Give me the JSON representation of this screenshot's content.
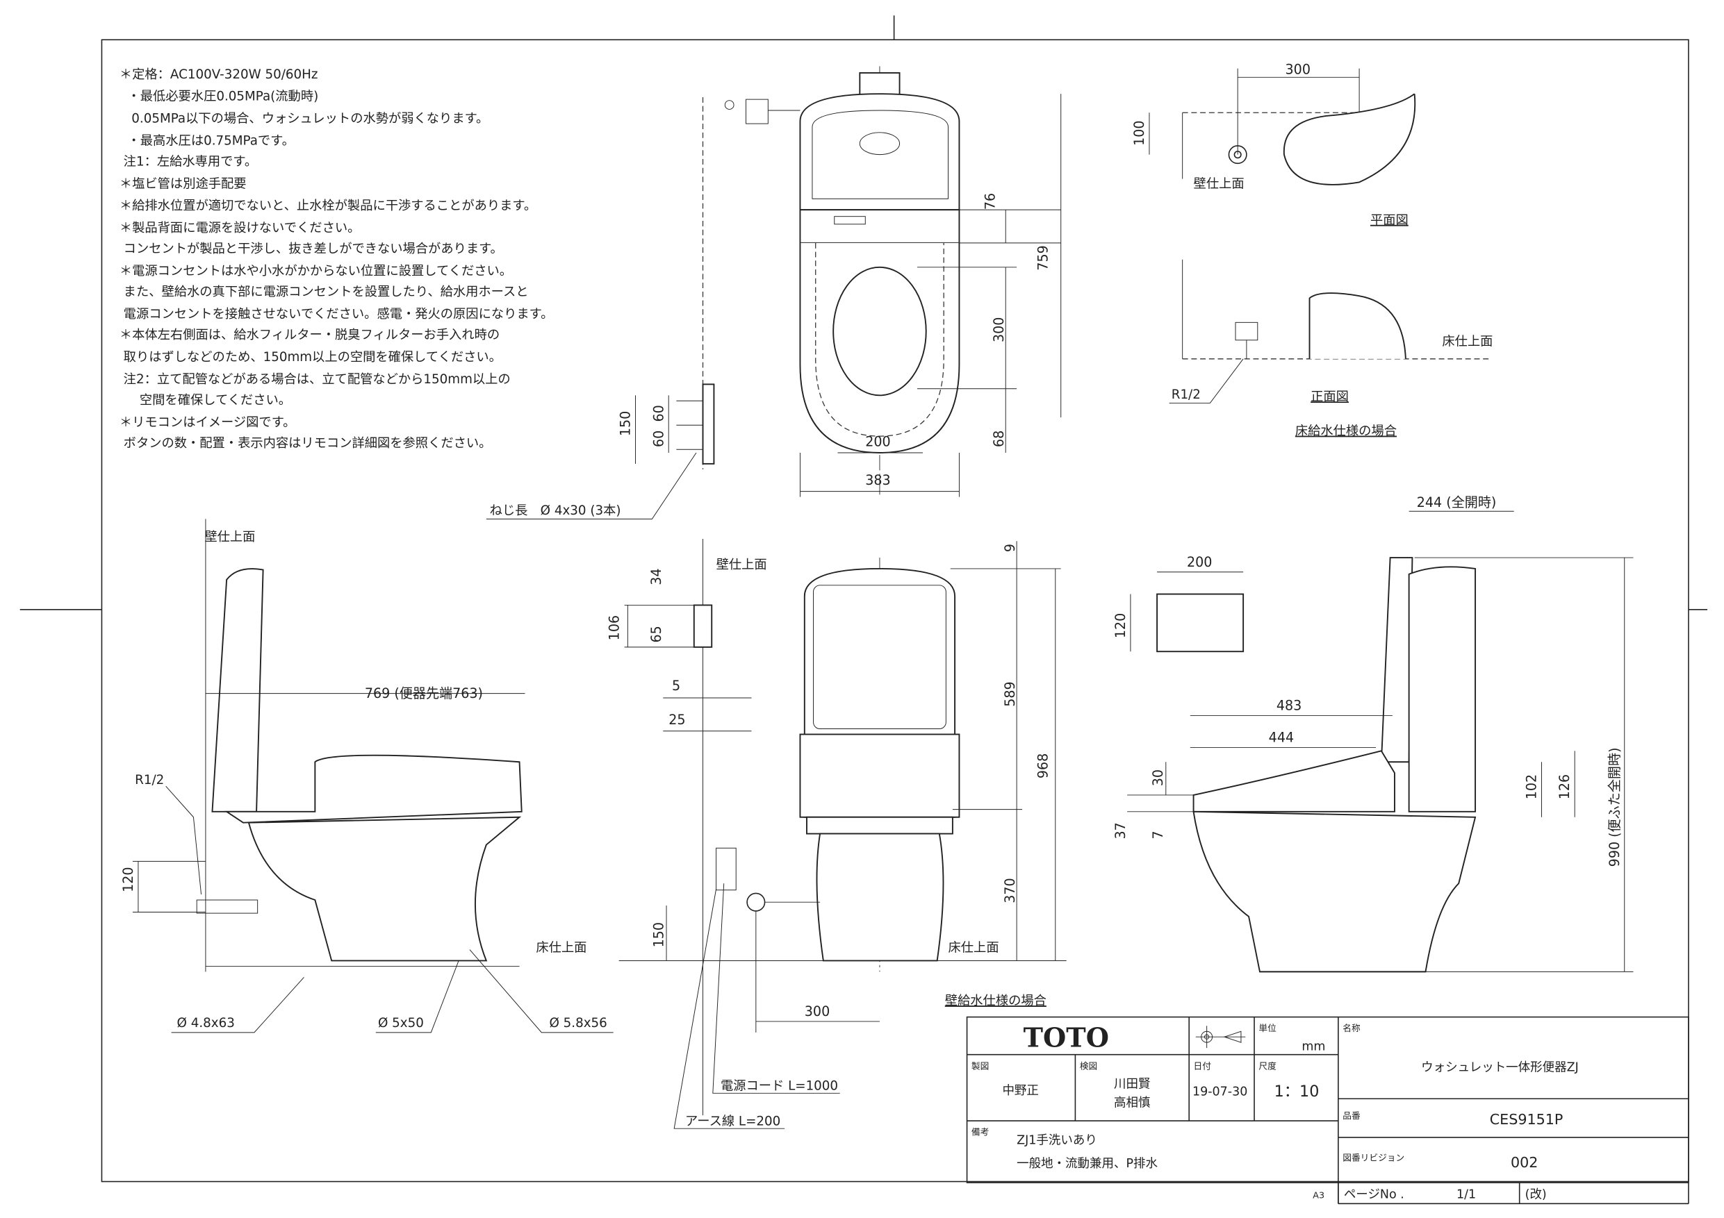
{
  "notes": [
    "＊定格：AC100V-320W 50/60Hz",
    "  ・最低必要水圧0.05MPa(流動時)",
    "   0.05MPa以下の場合、ウォシュレットの水勢が弱くなります。",
    "  ・最高水圧は0.75MPaです。",
    " 注1：左給水専用です。",
    "＊塩ビ管は別途手配要",
    "＊給排水位置が適切でないと、止水栓が製品に干渉することがあります。",
    "＊製品背面に電源を設けないでください。",
    " コンセントが製品と干渉し、抜き差しができない場合があります。",
    "＊電源コンセントは水や小水がかからない位置に設置してください。",
    " また、壁給水の真下部に電源コンセントを設置したり、給水用ホースと",
    " 電源コンセントを接触させないでください。感電・発火の原因になります。",
    "＊本体左右側面は、給水フィルター・脱臭フィルターお手入れ時の",
    " 取りはずしなどのため、150mm以上の空間を確保してください。",
    " 注2：立て配管などがある場合は、立て配管などから150mm以上の",
    "     空間を確保してください。",
    "＊リモコンはイメージ図です。",
    " ボタンの数・配置・表示内容はリモコン詳細図を参照ください。"
  ],
  "plan_view": {
    "dim_width": "300",
    "dim_depth": "100",
    "wall_label": "壁仕上面",
    "title": "平面図"
  },
  "floor_supply_view": {
    "floor_label": "床仕上面",
    "thread": "R1/2",
    "title": "正面図",
    "caption": "床給水仕様の場合"
  },
  "top_view": {
    "dim_76": "76",
    "dim_759": "759",
    "dim_300": "300",
    "dim_68": "68",
    "dim_200": "200",
    "dim_383": "383"
  },
  "remote": {
    "dim_150": "150",
    "dim_60a": "60",
    "dim_60b": "60",
    "screw": "ねじ長　Ø 4x30 (3本)"
  },
  "side_view_left": {
    "wall_label": "壁仕上面",
    "dim_769": "769 (便器先端763)",
    "thread": "R1/2",
    "dim_120": "120",
    "screw_a": "Ø 4.8x63",
    "screw_b": "Ø 5x50",
    "screw_c": "Ø 5.8x56",
    "floor_label": "床仕上面"
  },
  "front_view": {
    "wall_label": "壁仕上面",
    "dim_34": "34",
    "dim_106": "106",
    "dim_65": "65",
    "dim_5": "5",
    "dim_25": "25",
    "dim_9": "9",
    "dim_589": "589",
    "dim_968": "968",
    "dim_370": "370",
    "dim_150": "150",
    "dim_300": "300",
    "floor_label": "床仕上面",
    "caption": "壁給水仕様の場合",
    "power_cord": "電源コード L=1000",
    "earth_wire": "アース線 L=200"
  },
  "side_view_right": {
    "dim_200": "200",
    "dim_120": "120",
    "dim_244": "244 (全開時)",
    "dim_483": "483",
    "dim_444": "444",
    "dim_30": "30",
    "dim_37": "37",
    "dim_7": "7",
    "dim_102": "102",
    "dim_126": "126",
    "dim_990": "990 (便ふた全開時)"
  },
  "title_block": {
    "logo": "TOTO",
    "unit_label": "単位",
    "unit": "mm",
    "name_label": "名称",
    "name": "ウォシュレット一体形便器ZJ",
    "drawn_label": "製図",
    "drawn_by": "中野正",
    "checked_label": "検図",
    "checked_by_1": "川田賢",
    "checked_by_2": "高相慎",
    "date_label": "日付",
    "date": "19-07-30",
    "scale_label": "尺度",
    "scale": "1：10",
    "part_label": "品番",
    "part_no": "CES9151P",
    "remarks_label": "備考",
    "remarks_1": "ZJ1手洗いあり",
    "remarks_2": "一般地・流動兼用、P排水",
    "revision_label": "図番リビジョン",
    "revision": "002",
    "paper": "A3",
    "page_label": "ページNo .",
    "page": "1/1",
    "rev_mark": "(改)"
  }
}
